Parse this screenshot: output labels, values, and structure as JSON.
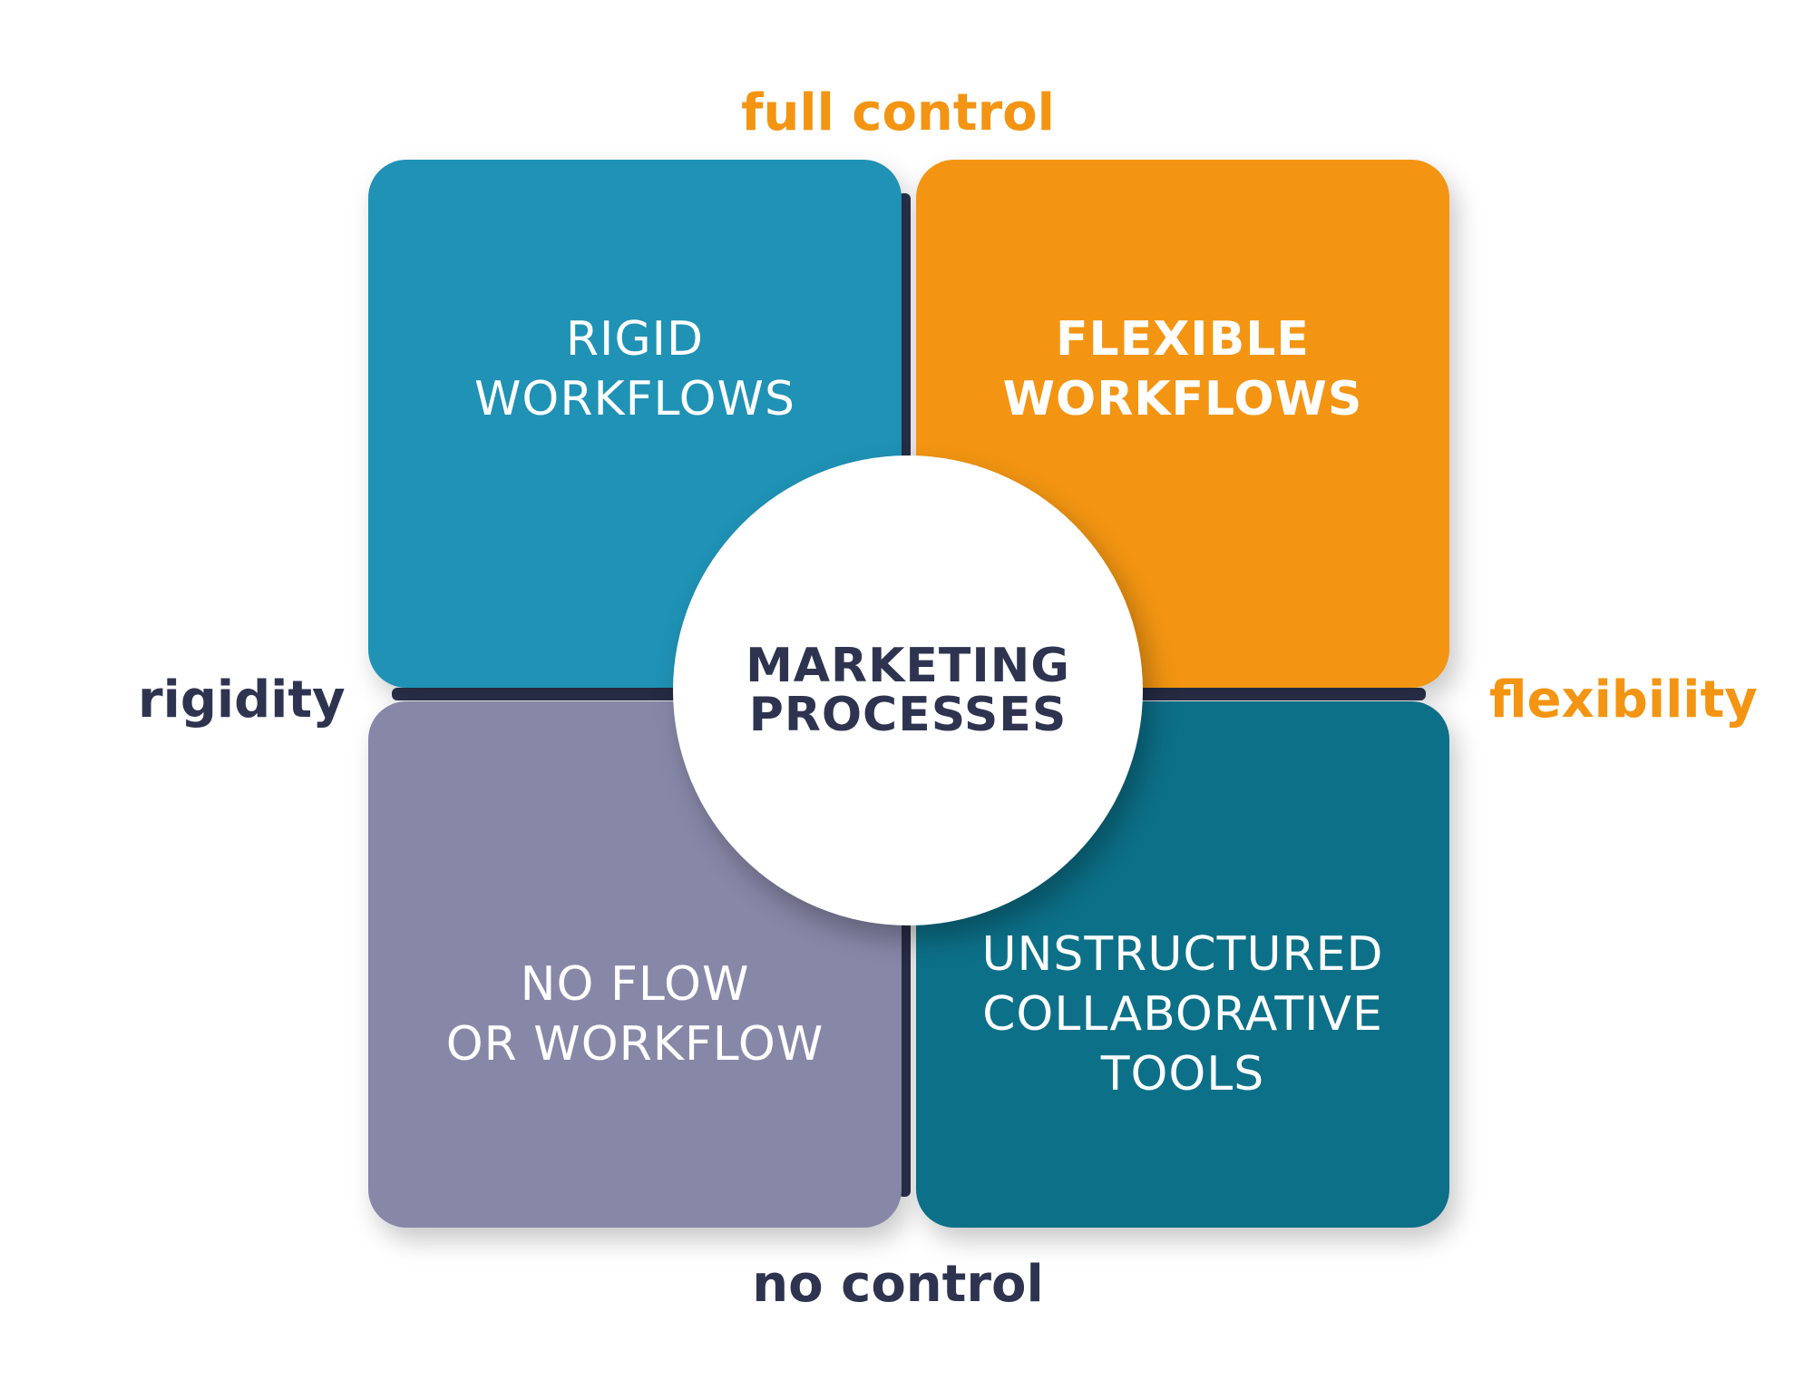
{
  "colors": {
    "dark": "#2e3450",
    "orange": "#f39512",
    "teal": "#1f92b5",
    "dark_teal": "#0c7088",
    "purple_gray": "#8787a8"
  },
  "axes": {
    "top": "full control",
    "bottom": "no control",
    "left": "rigidity",
    "right": "flexibility"
  },
  "quadrants": {
    "top_left": {
      "lines": [
        "RIGID",
        "WORKFLOWS"
      ]
    },
    "top_right": {
      "lines": [
        "FLEXIBLE",
        "WORKFLOWS"
      ]
    },
    "bottom_left": {
      "lines": [
        "NO FLOW",
        "OR WORKFLOW"
      ]
    },
    "bottom_right": {
      "lines": [
        "UNSTRUCTURED",
        "COLLABORATIVE",
        "TOOLS"
      ]
    }
  },
  "center": {
    "lines": [
      "MARKETING",
      "PROCESSES"
    ]
  }
}
